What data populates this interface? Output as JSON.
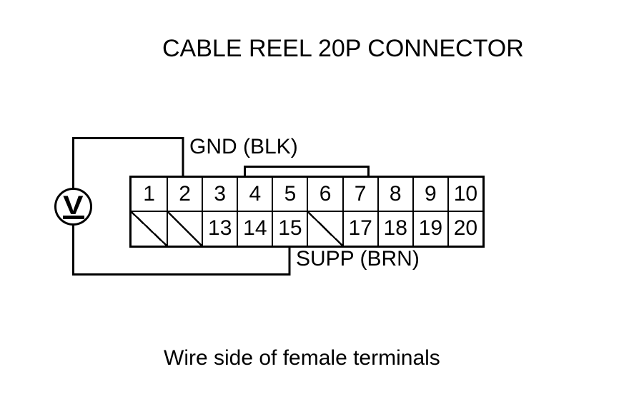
{
  "title": "CABLE REEL 20P CONNECTOR",
  "caption": "Wire side of female terminals",
  "meter": {
    "symbol": "V",
    "type": "voltmeter"
  },
  "labels": {
    "gnd": {
      "text": "GND (BLK)",
      "pin": "2"
    },
    "supp": {
      "text": "SUPP (BRN)",
      "pin": "15"
    }
  },
  "connector": {
    "top_row": [
      "1",
      "2",
      "3",
      "4",
      "5",
      "6",
      "7",
      "8",
      "9",
      "10"
    ],
    "bottom_row": [
      "/",
      "/",
      "13",
      "14",
      "15",
      "/",
      "17",
      "18",
      "19",
      "20"
    ]
  },
  "colors": {
    "line": "#000000",
    "background": "#ffffff"
  }
}
